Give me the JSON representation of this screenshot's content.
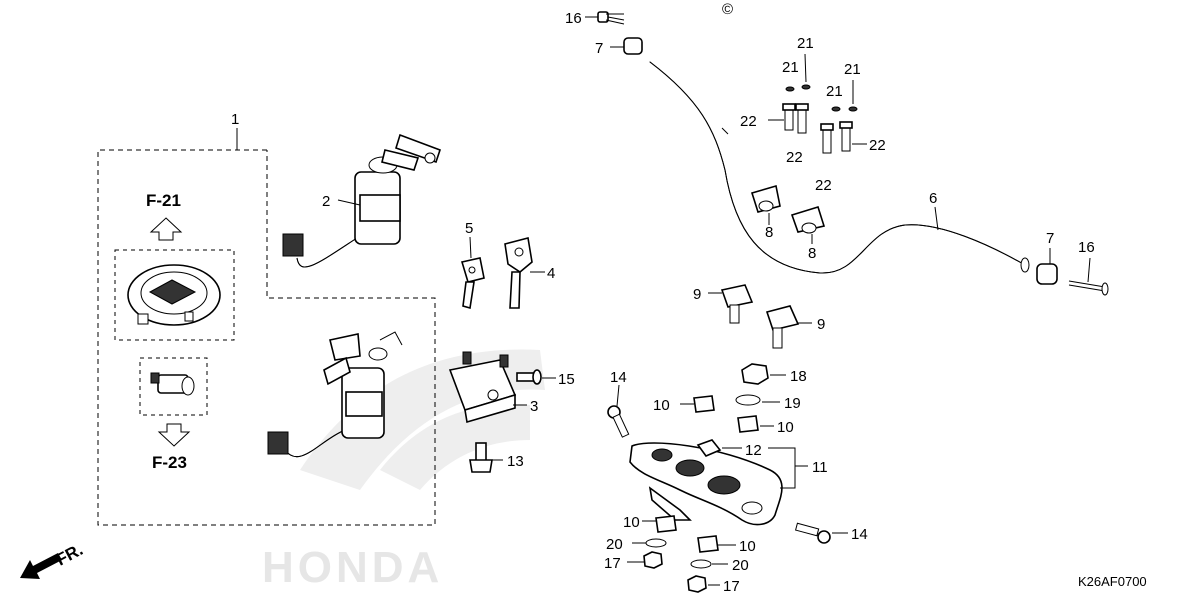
{
  "copyright_mark": "©",
  "diagram_code": "K26AF0700",
  "front_label": "FR.",
  "watermark_text": "HONDA",
  "refs": {
    "upper": "F-21",
    "lower": "F-23"
  },
  "callouts": {
    "c1": "1",
    "c2": "2",
    "c3": "3",
    "c4": "4",
    "c5": "5",
    "c6": "6",
    "c7a": "7",
    "c7b": "7",
    "c8a": "8",
    "c8b": "8",
    "c9a": "9",
    "c9b": "9",
    "c10a": "10",
    "c10b": "10",
    "c10c": "10",
    "c10d": "10",
    "c11": "11",
    "c12": "12",
    "c13": "13",
    "c14a": "14",
    "c14b": "14",
    "c15": "15",
    "c16a": "16",
    "c16b": "16",
    "c17a": "17",
    "c17b": "17",
    "c18": "18",
    "c19": "19",
    "c20a": "20",
    "c20b": "20",
    "c21a": "21",
    "c21b": "21",
    "c21c": "21",
    "c21d": "21",
    "c22a": "22",
    "c22b": "22",
    "c22c": "22",
    "c22d": "22"
  }
}
